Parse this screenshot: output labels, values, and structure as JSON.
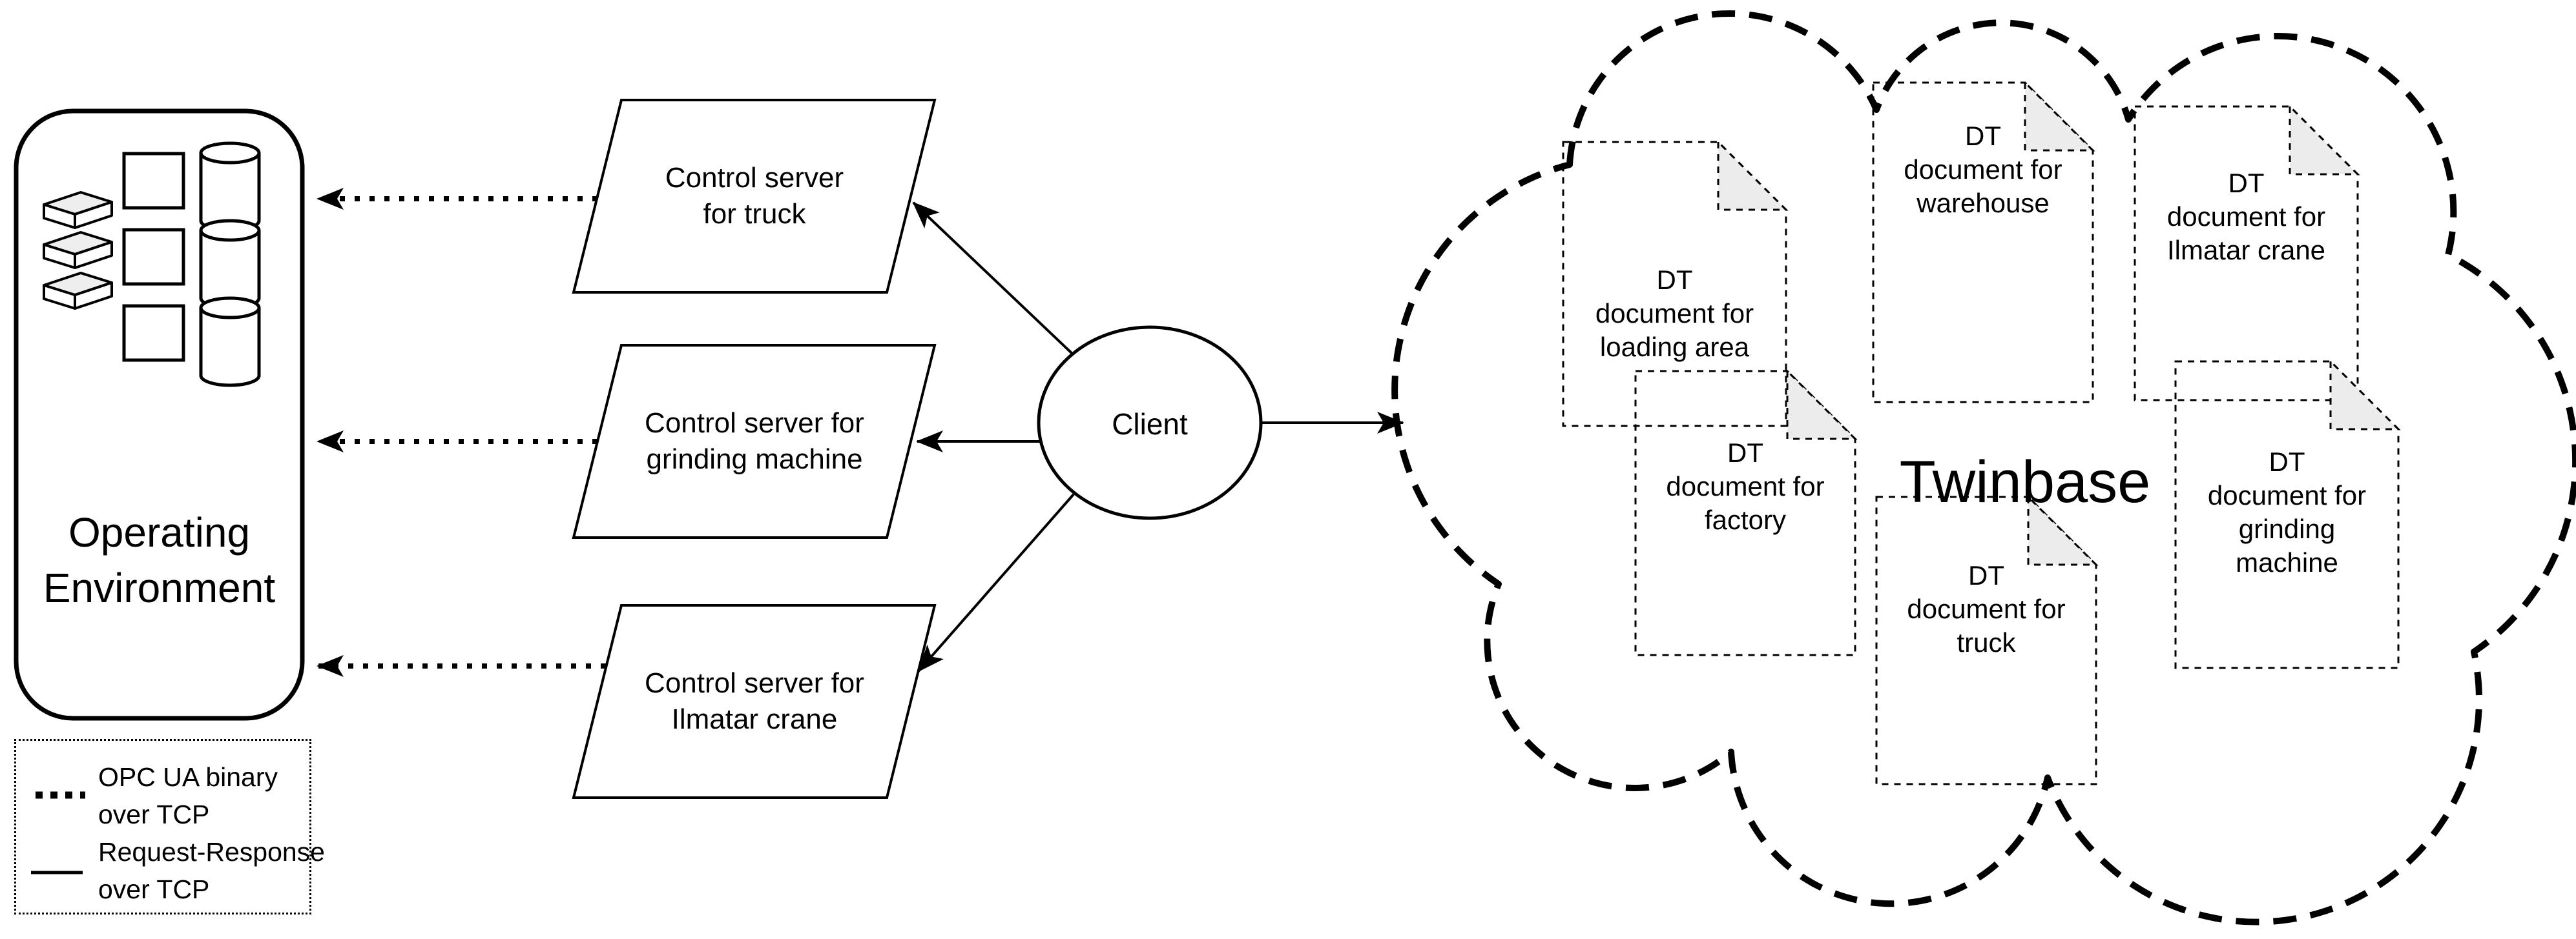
{
  "diagram": {
    "operating_environment": {
      "label_line1": "Operating",
      "label_line2": "Environment"
    },
    "control_servers": [
      {
        "line1": "Control server",
        "line2": "for truck"
      },
      {
        "line1": "Control server for",
        "line2": "grinding machine"
      },
      {
        "line1": "Control server for",
        "line2": "Ilmatar crane"
      }
    ],
    "client": {
      "label": "Client"
    },
    "cloud": {
      "label": "Twinbase"
    },
    "documents": [
      {
        "lines": [
          "DT",
          "document for",
          "loading area"
        ]
      },
      {
        "lines": [
          "DT",
          "document for",
          "warehouse"
        ]
      },
      {
        "lines": [
          "DT",
          "document for",
          "Ilmatar crane"
        ]
      },
      {
        "lines": [
          "DT",
          "document for",
          "factory"
        ]
      },
      {
        "lines": [
          "DT",
          "document for",
          "truck"
        ]
      },
      {
        "lines": [
          "DT",
          "document for",
          "grinding",
          "machine"
        ]
      }
    ],
    "legend": {
      "item1_line1": "OPC UA binary",
      "item1_line2": "over TCP",
      "item2_line1": "Request-Response",
      "item2_line2": "over TCP"
    },
    "colors": {
      "stroke": "#000000",
      "background": "#ffffff",
      "fold_fill": "#ececec",
      "slab_fill": "#eeeeee"
    }
  }
}
